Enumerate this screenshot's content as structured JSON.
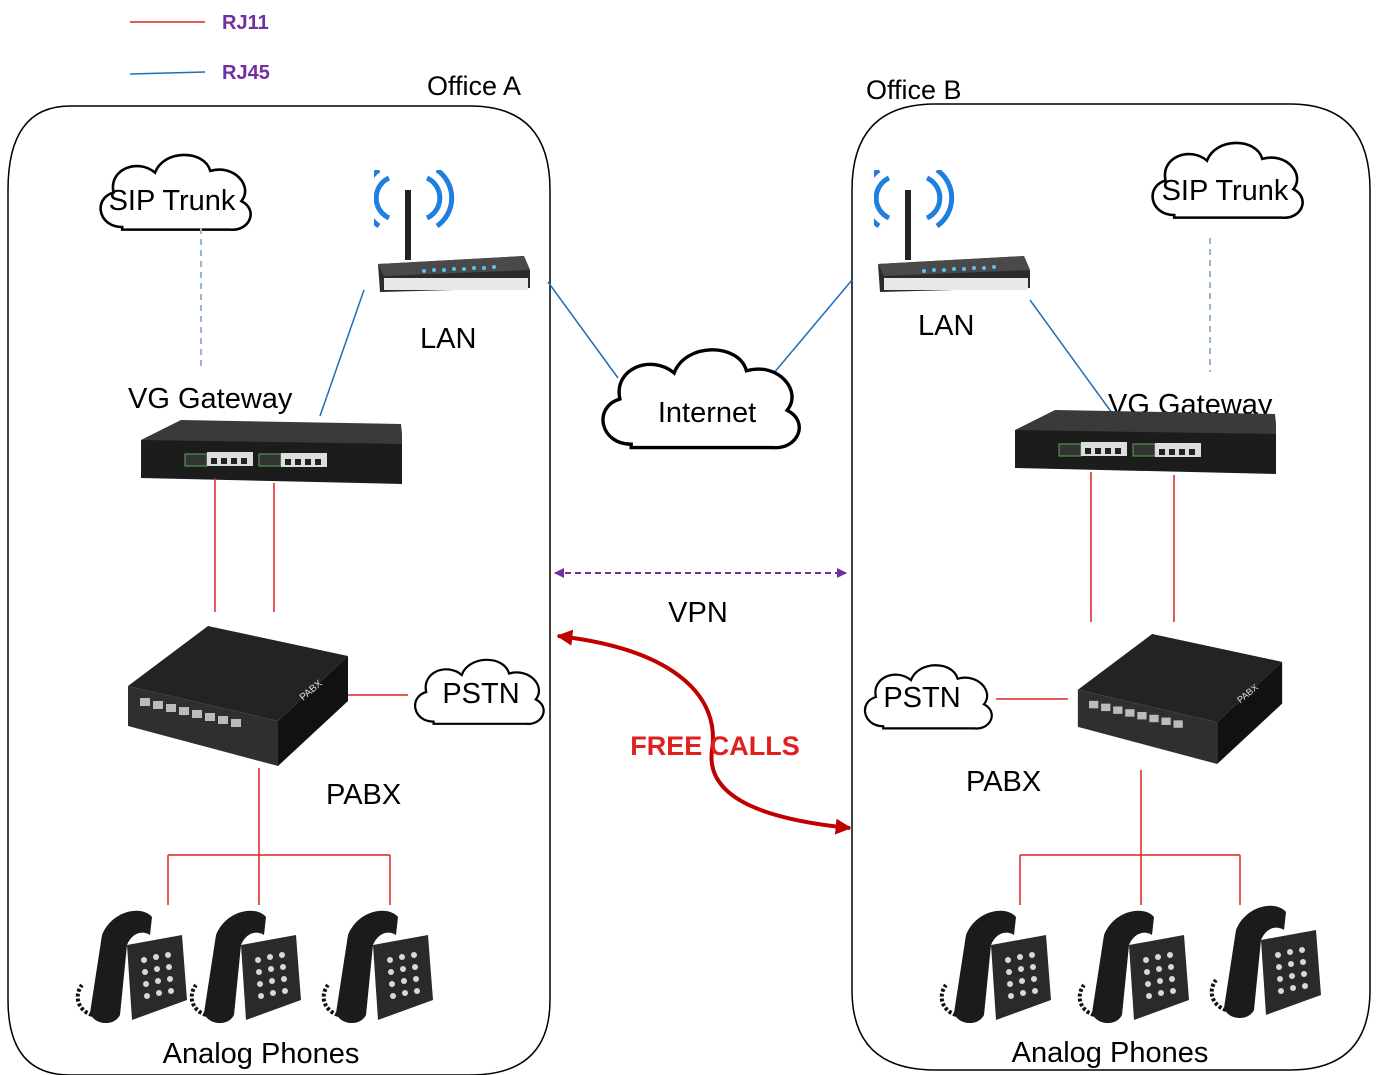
{
  "legend": {
    "rj11": {
      "label": "RJ11",
      "color": "#e0201f"
    },
    "rj45": {
      "label": "RJ45",
      "color": "#1f6fb8"
    },
    "text_color": "#7030a0"
  },
  "office_a": {
    "title": "Office A",
    "sip_trunk": "SIP Trunk",
    "lan": "LAN",
    "gateway": "VG Gateway",
    "pstn": "PSTN",
    "pabx": "PABX",
    "phones": "Analog Phones"
  },
  "office_b": {
    "title": "Office B",
    "sip_trunk": "SIP Trunk",
    "lan": "LAN",
    "gateway": "VG Gateway",
    "pstn": "PSTN",
    "pabx": "PABX",
    "phones": "Analog Phones"
  },
  "internet": "Internet",
  "vpn": {
    "label": "VPN",
    "color": "#7030a0"
  },
  "free_calls": {
    "label": "FREE CALLS",
    "color": "#e0201f",
    "arrow_color": "#c00000"
  },
  "icons": [
    "wifi-router-icon",
    "voip-gateway-icon",
    "pabx-icon",
    "telephone-icon",
    "cloud-icon"
  ]
}
